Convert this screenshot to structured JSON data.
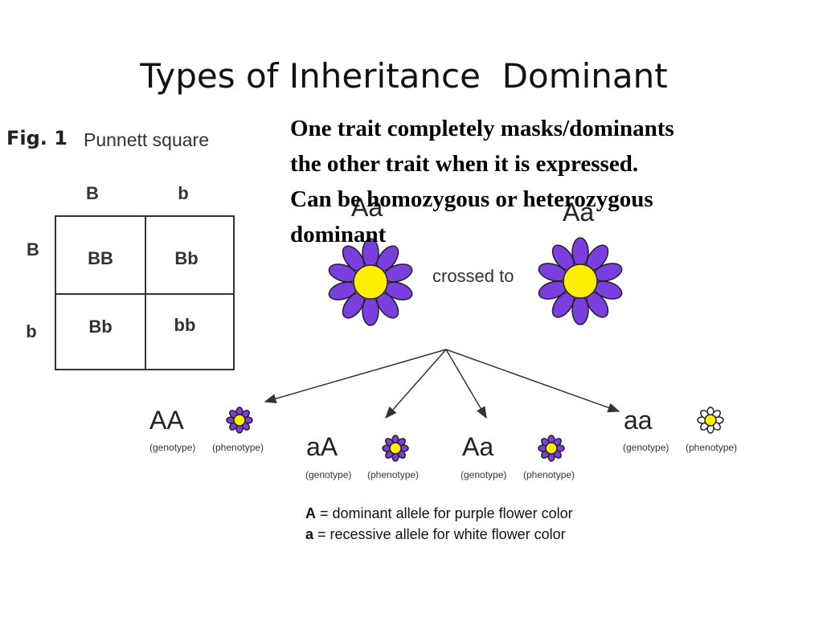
{
  "title": "Types of Inheritance  Dominant",
  "figure": {
    "label": "Fig. 1",
    "caption": "Punnett square"
  },
  "punnett": {
    "col_headers": [
      "B",
      "b"
    ],
    "row_headers": [
      "B",
      "b"
    ],
    "cells": [
      [
        "BB",
        "Bb"
      ],
      [
        "Bb",
        "bb"
      ]
    ]
  },
  "definition": {
    "lines": [
      "One trait completely masks/dominants",
      "the other trait when it is expressed.",
      "Can be homozygous or heterozygous",
      "dominant"
    ]
  },
  "cross": {
    "parent_left": "Aa",
    "parent_right": "Aa",
    "connector": "crossed to"
  },
  "offspring": [
    {
      "genotype": "AA",
      "genotype_label": "(genotype)",
      "phenotype_label": "(phenotype)",
      "flower": "purple"
    },
    {
      "genotype": "aA",
      "genotype_label": "(genotype)",
      "phenotype_label": "(phenotype)",
      "flower": "purple"
    },
    {
      "genotype": "Aa",
      "genotype_label": "(genotype)",
      "phenotype_label": "(phenotype)",
      "flower": "purple"
    },
    {
      "genotype": "aa",
      "genotype_label": "(genotype)",
      "phenotype_label": "(phenotype)",
      "flower": "white"
    }
  ],
  "legend": {
    "dominant_symbol": "A",
    "dominant_text": " = dominant allele for purple flower color",
    "recessive_symbol": "a",
    "recessive_text": " = recessive allele for white flower color"
  },
  "colors": {
    "purple_petal": "#7b3fe0",
    "white_petal": "#ffffff",
    "center": "#ffee00",
    "outline": "#222222"
  }
}
